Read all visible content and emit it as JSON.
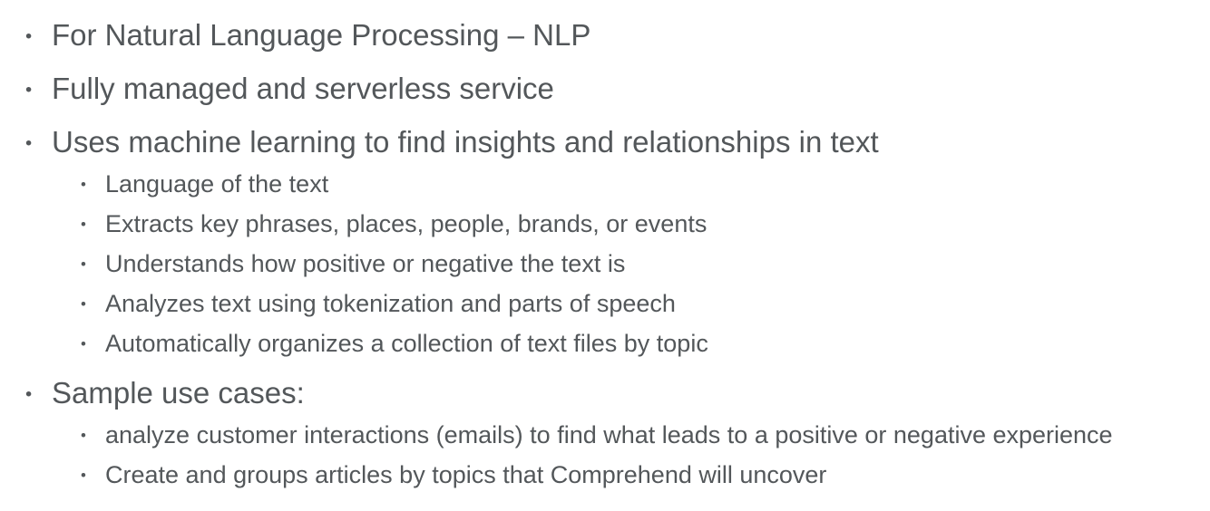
{
  "slide": {
    "text_color": "#53575a",
    "bullets": [
      {
        "level": 1,
        "spacing": "m-first",
        "text": "For Natural Language Processing – NLP"
      },
      {
        "level": 1,
        "spacing": "m-l1gap",
        "text": "Fully managed and serverless service"
      },
      {
        "level": 1,
        "spacing": "m-l1gap",
        "text": "Uses machine learning to find insights and relationships in text"
      },
      {
        "level": 2,
        "spacing": "m-l1sub",
        "text": "Language of the text"
      },
      {
        "level": 2,
        "spacing": "m-subgap",
        "text": "Extracts key phrases, places, people, brands, or events"
      },
      {
        "level": 2,
        "spacing": "m-subgap",
        "text": "Understands how positive or negative the text is"
      },
      {
        "level": 2,
        "spacing": "m-subgap",
        "text": "Analyzes text using tokenization and parts of speech"
      },
      {
        "level": 2,
        "spacing": "m-subgap",
        "text": "Automatically organizes a collection of text files by topic"
      },
      {
        "level": 1,
        "spacing": "m-subl1",
        "text": "Sample use cases:"
      },
      {
        "level": 2,
        "spacing": "m-l1sub",
        "text": "analyze customer interactions (emails) to find what leads to a positive or negative experience"
      },
      {
        "level": 2,
        "spacing": "m-subgap",
        "text": "Create and groups articles by topics that Comprehend will uncover"
      }
    ],
    "bullet_glyph": "•"
  }
}
